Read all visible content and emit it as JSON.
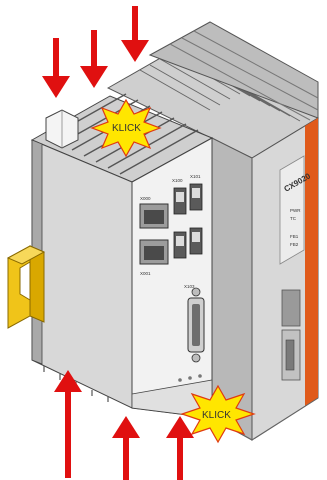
{
  "labels": {
    "klick_top": "KLICK",
    "klick_bottom": "KLICK",
    "model": "CX9020",
    "port_x000": "X000",
    "port_x100": "X100",
    "port_x101": "X101",
    "port_x001": "X001",
    "port_x103": "X103",
    "led_pwr": "PWR",
    "led_tc": "TC",
    "led_fb1": "FB1",
    "led_fb2": "FB2"
  },
  "colors": {
    "arrow": "#e01010",
    "burst_fill": "#ffe600",
    "burst_stroke": "#e03a10",
    "rail": "#f0c419",
    "module_light": "#f2f2f2",
    "module_mid": "#d4d4d4",
    "module_dark": "#a9a9a9",
    "accent_stripe": "#e05a1a"
  },
  "arrows": {
    "down_count": 3,
    "up_count": 3
  }
}
